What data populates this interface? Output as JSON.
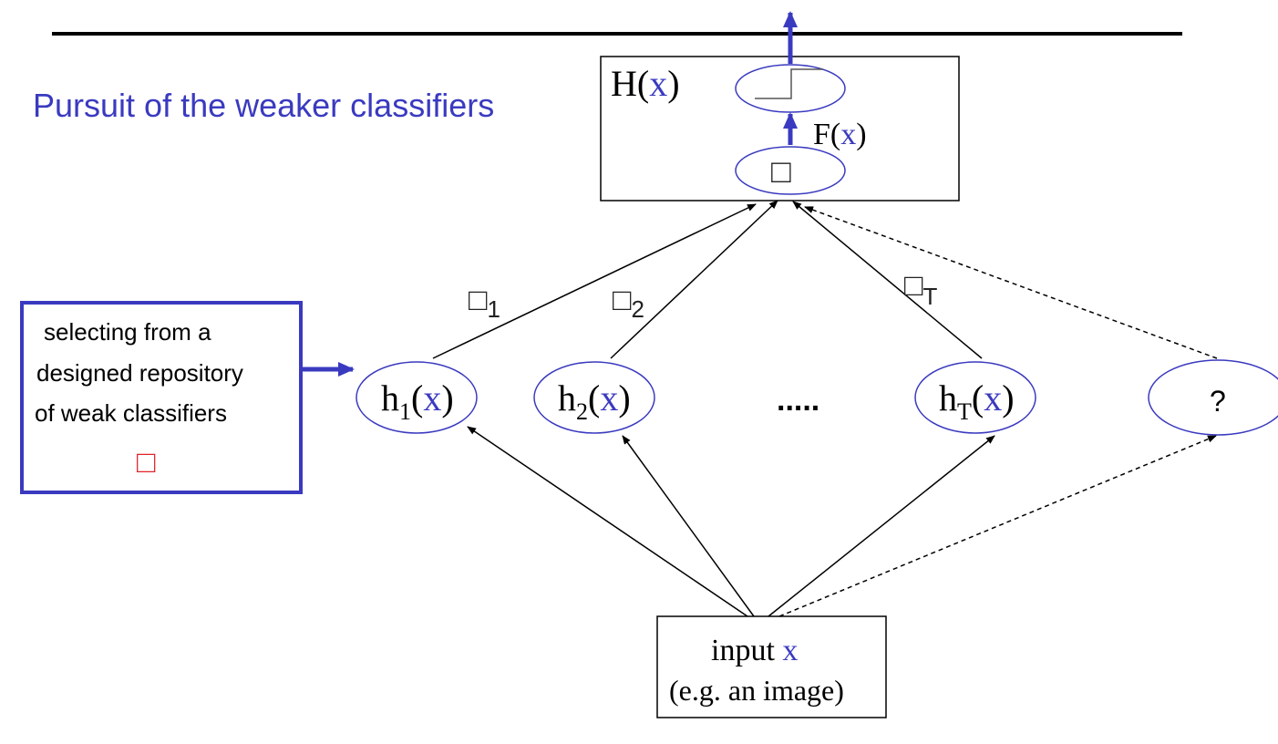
{
  "title": "Pursuit of the weaker classifiers",
  "colors": {
    "accent": "#3a3ac0",
    "black": "#000000",
    "red": "#e0222a"
  },
  "output_box": {
    "H_prefix": "H(",
    "H_var": "x",
    "H_suffix": ")",
    "F_prefix": "F(",
    "F_var": "x",
    "F_suffix": ")",
    "step_icon": "step-function-icon",
    "sum_symbol": "□"
  },
  "weights": {
    "w1_symbol": "□",
    "w1_sub": "1",
    "w2_symbol": "□",
    "w2_sub": "2",
    "wT_symbol": "□",
    "wT_sub": "T"
  },
  "repository_box": {
    "line1": "selecting from a",
    "line2": "designed repository",
    "line3": "of  weak classifiers",
    "symbol": "□"
  },
  "classifiers": {
    "h1": {
      "base": "h",
      "sub": "1",
      "open": "(",
      "var": "x",
      "close": ")"
    },
    "h2": {
      "base": "h",
      "sub": "2",
      "open": "(",
      "var": "x",
      "close": ")"
    },
    "hT": {
      "base": "h",
      "sub": "T",
      "open": "(",
      "var": "x",
      "close": ")"
    },
    "ellipsis": ".....",
    "unknown": "?"
  },
  "input_box": {
    "label": "input ",
    "var": "x",
    "caption": "(e.g. an image)"
  }
}
